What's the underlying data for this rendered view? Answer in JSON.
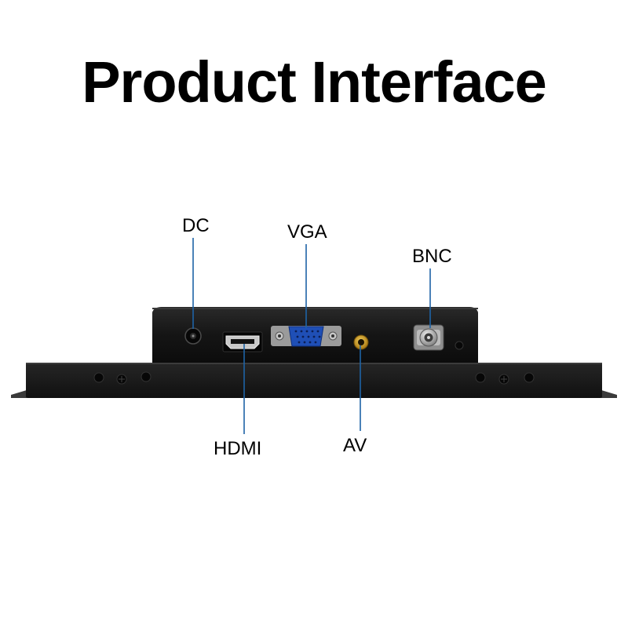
{
  "title": "Product Interface",
  "ports": {
    "dc": "DC",
    "vga": "VGA",
    "bnc": "BNC",
    "hdmi": "HDMI",
    "av": "AV"
  },
  "colors": {
    "background": "#ffffff",
    "housing": "#131313",
    "callout_line": "#1e63a6",
    "vga_connector": "#1f4fb6",
    "av_jack": "#d3a21a"
  }
}
